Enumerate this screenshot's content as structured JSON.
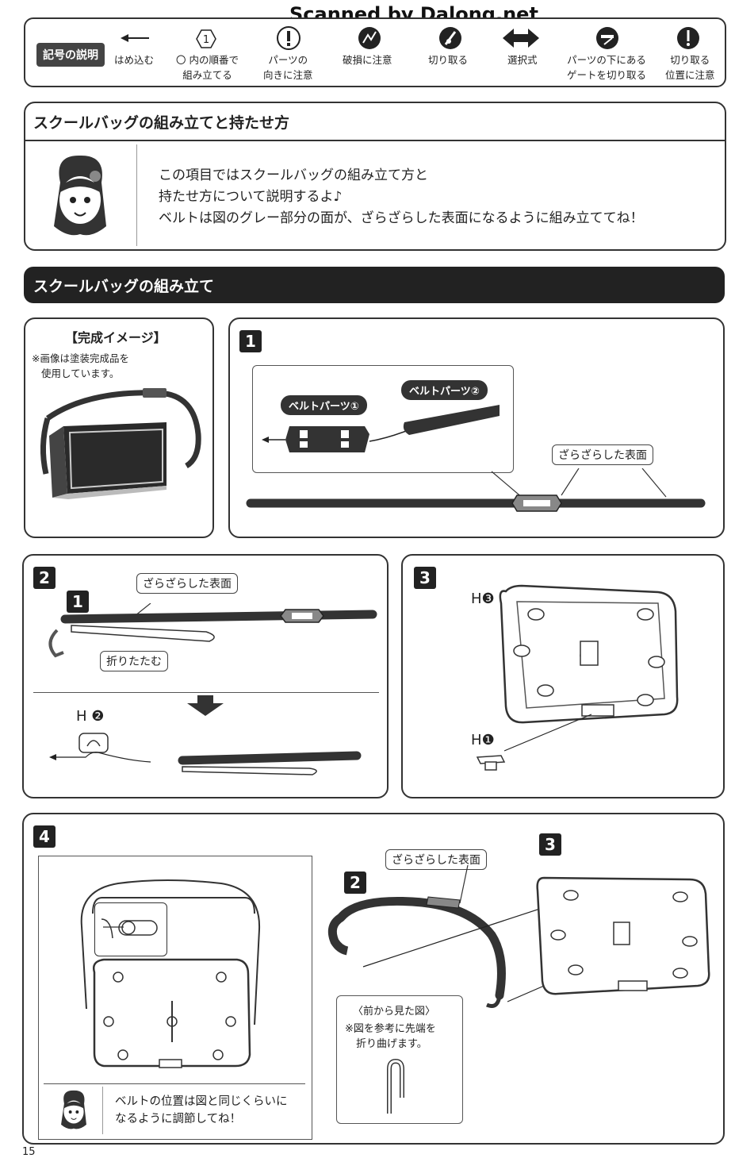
{
  "watermark": "Scanned by Dalong.net",
  "legend": {
    "title": "記号の説明",
    "items": [
      {
        "icon": "arrow-left-icon",
        "lines": [
          "はめ込む"
        ]
      },
      {
        "icon": "circled-number-icon",
        "glyph": "①",
        "lines": [
          "〇 内の順番で",
          "組み立てる"
        ]
      },
      {
        "icon": "exclamation-icon",
        "lines": [
          "パーツの",
          "向きに注意"
        ]
      },
      {
        "icon": "breakage-icon",
        "lines": [
          "破損に注意"
        ]
      },
      {
        "icon": "nipper-icon",
        "lines": [
          "切り取る"
        ]
      },
      {
        "icon": "double-arrow-icon",
        "lines": [
          "選択式"
        ]
      },
      {
        "icon": "gate-under-part-icon",
        "lines": [
          "パーツの下にある",
          "ゲートを切り取る"
        ]
      },
      {
        "icon": "cut-position-icon",
        "lines": [
          "切り取る",
          "位置に注意"
        ]
      }
    ]
  },
  "intro": {
    "heading": "スクールバッグの組み立てと持たせ方",
    "lines": [
      "この項目ではスクールバッグの組み立て方と",
      "持たせ方について説明するよ♪",
      "ベルトは図のグレー部分の面が、ざらざらした表面になるように組み立ててね！"
    ]
  },
  "section": {
    "heading": "スクールバッグの組み立て"
  },
  "complete": {
    "title": "【完成イメージ】",
    "note": [
      "※画像は塗装完成品を",
      "使用しています。"
    ]
  },
  "step1": {
    "num": "1",
    "part1": "ベルトパーツ①",
    "part2": "ベルトパーツ②",
    "rough": "ざらざらした表面"
  },
  "step2": {
    "num": "2",
    "sub": "1",
    "rough": "ざらざらした表面",
    "fold": "折りたたむ",
    "h_letter": "H",
    "h_num": "❷"
  },
  "step3": {
    "num": "3",
    "h3_letter": "H",
    "h3_num": "❸",
    "h1_letter": "H",
    "h1_num": "❶"
  },
  "step4": {
    "num": "4",
    "rough": "ざらざらした表面",
    "ref2": "2",
    "ref3": "3",
    "front_title": "〈前から見た図〉",
    "front_note": [
      "※図を参考に先端を",
      "折り曲げます。"
    ],
    "tip": [
      "ベルトの位置は図と同じくらいに",
      "なるように調節してね！"
    ]
  },
  "page_number": "15"
}
